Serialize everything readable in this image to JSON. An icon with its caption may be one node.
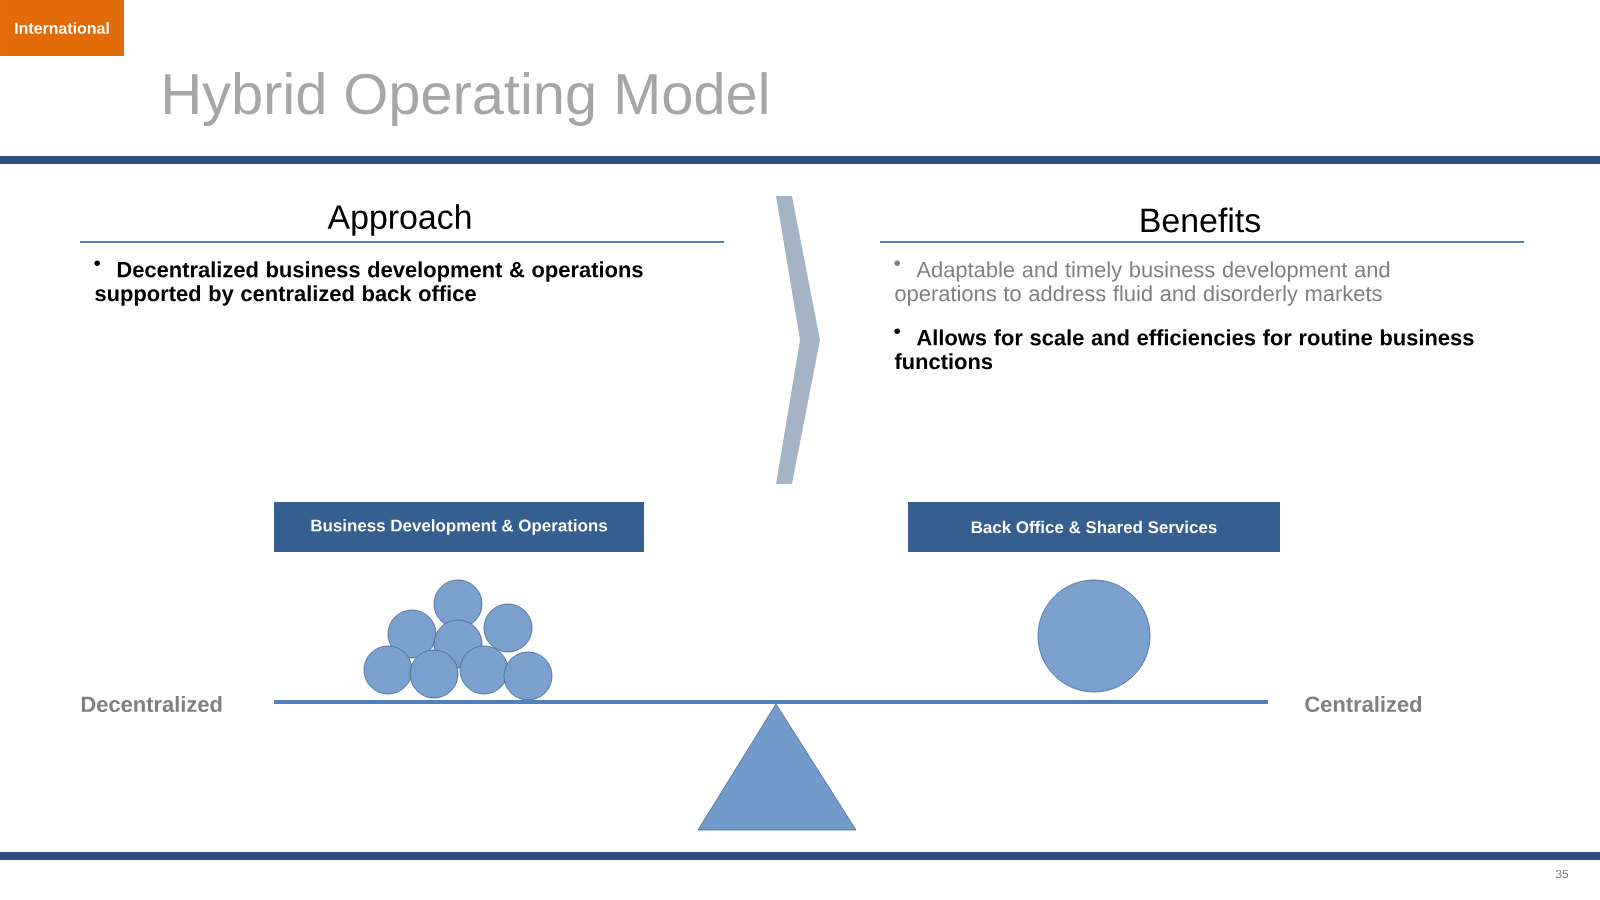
{
  "diagram": {
    "title": "Hybrid Operating Model",
    "nodes": [
      {
        "text": [
          "International"
        ]
      },
      {
        "text": [
          "Business Development & Operations"
        ]
      },
      {
        "text": [
          "Back Office & Shared Services"
        ]
      }
    ],
    "labels": [
      "Approach",
      "Decentralized business development & operations supported by centralized back office",
      "Benefits",
      "Adaptable and timely business development and operations to address fluid and disorderly markets",
      "Allows for scale and efficiencies for routine business functions",
      "Decentralized",
      "Centralized",
      "35"
    ]
  }
}
